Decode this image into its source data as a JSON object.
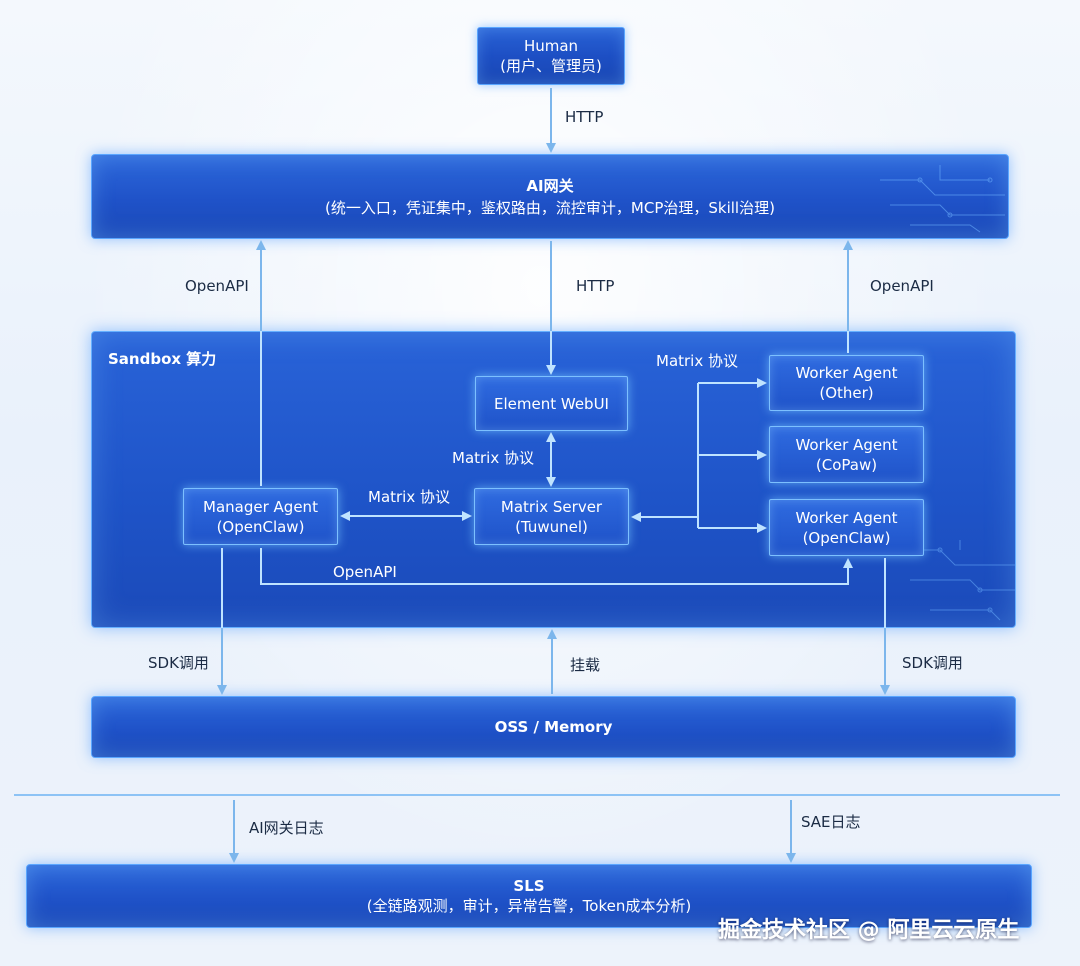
{
  "human": {
    "line1": "Human",
    "line2": "(用户、管理员)"
  },
  "gateway": {
    "title": "AI网关",
    "subtitle": "(统一入口，凭证集中，鉴权路由，流控审计，MCP治理，Skill治理)"
  },
  "sandbox": {
    "title": "Sandbox 算力",
    "element_webui": "Element WebUI",
    "matrix_server": {
      "line1": "Matrix Server",
      "line2": "(Tuwunel)"
    },
    "manager_agent": {
      "line1": "Manager Agent",
      "line2": "(OpenClaw)"
    },
    "worker_other": {
      "line1": "Worker Agent",
      "line2": "(Other)"
    },
    "worker_copaw": {
      "line1": "Worker Agent",
      "line2": "(CoPaw)"
    },
    "worker_openclaw": {
      "line1": "Worker Agent",
      "line2": "(OpenClaw)"
    }
  },
  "oss": {
    "title": "OSS / Memory"
  },
  "sls": {
    "title": "SLS",
    "subtitle": "(全链路观测，审计，异常告警，Token成本分析)"
  },
  "labels": {
    "http_top": "HTTP",
    "openapi_left": "OpenAPI",
    "http_mid": "HTTP",
    "openapi_right": "OpenAPI",
    "matrix_top_right": "Matrix 协议",
    "matrix_mid": "Matrix 协议",
    "matrix_left": "Matrix 协议",
    "openapi_inner": "OpenAPI",
    "sdk_left": "SDK调用",
    "mount": "挂载",
    "sdk_right": "SDK调用",
    "ai_gateway_log": "AI网关日志",
    "sae_log": "SAE日志"
  },
  "watermark": "掘金技术社区 @ 阿里云云原生",
  "colors": {
    "box_fill": "#1f53c9",
    "box_border": "#5aa6ff",
    "arrow": "#7cb6ec",
    "background": "#eef4fb"
  }
}
